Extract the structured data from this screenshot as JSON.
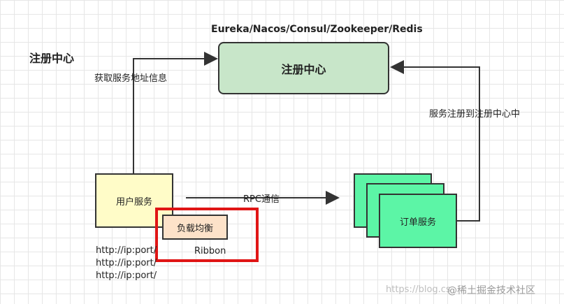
{
  "header": {
    "title": "注册中心",
    "registry_impls": "Eureka/Nacos/Consul/Zookeeper/Redis"
  },
  "nodes": {
    "registry": "注册中心",
    "user_service": "用户服务",
    "order_service": "订单服务",
    "load_balancer": "负载均衡"
  },
  "labels": {
    "fetch_address": "获取服务地址信息",
    "register_service": "服务注册到注册中心中",
    "rpc": "RPC通信",
    "ribbon": "Ribbon"
  },
  "urls": [
    "http://ip:port/",
    "http://ip:port/",
    "http://ip:port/"
  ],
  "watermark": {
    "url": "https://blog.cs",
    "brand": "@稀土掘金技术社区"
  },
  "colors": {
    "registry_fill": "#c8e6c9",
    "user_fill": "#fffcc8",
    "order_fill": "#5cf5a6",
    "lb_fill": "#fde2c9",
    "highlight": "#e01515"
  }
}
